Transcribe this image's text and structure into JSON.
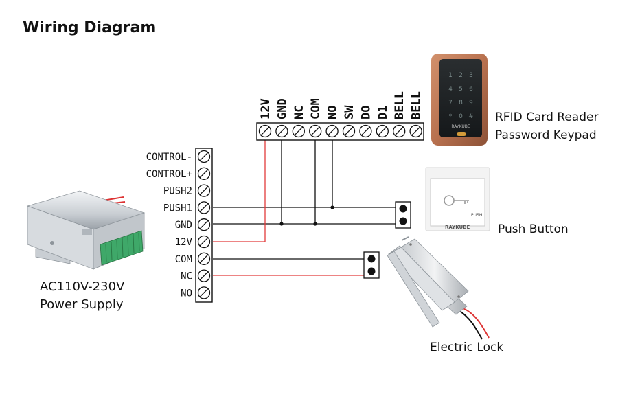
{
  "title": "Wiring Diagram",
  "labels": {
    "reader_line1": "RFID Card Reader",
    "reader_line2": "Password Keypad",
    "push_button": "Push Button",
    "power_line1": "AC110V-230V",
    "power_line2": "Power Supply",
    "electric_lock": "Electric Lock"
  },
  "brand": {
    "reader": "RAYKUBE",
    "button": "RAYKUBE",
    "button_text": "PUSH"
  },
  "keypad_digits": [
    "1",
    "2",
    "3",
    "4",
    "5",
    "6",
    "7",
    "8",
    "9",
    "*",
    "0",
    "#"
  ],
  "power_terminals": [
    "CONTROL-",
    "CONTROL+",
    "PUSH2",
    "PUSH1",
    "GND",
    "12V",
    "COM",
    "NC",
    "NO"
  ],
  "reader_terminals": [
    "12V",
    "GND",
    "NC",
    "COM",
    "NO",
    "SW",
    "DO",
    "D1",
    "BELL",
    "BELL"
  ],
  "colors": {
    "wire_black": "#111111",
    "wire_red": "#e23b3b",
    "terminal_green": "#3fa869",
    "keypad_copper": "#b8714f"
  }
}
